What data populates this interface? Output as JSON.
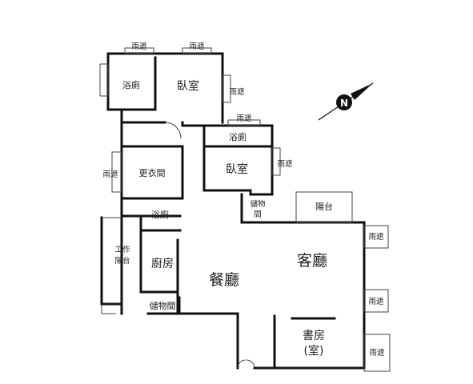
{
  "rooms": {
    "bath_master": "浴廁",
    "bedroom_master": "臥室",
    "bath_2": "浴廁",
    "closet": "更衣間",
    "bedroom_2": "臥室",
    "storage_1": "儲物",
    "storage_1b": "間",
    "balcony": "陽台",
    "bath_3": "浴廁",
    "work_balcony_1": "工作",
    "work_balcony_2": "陽台",
    "kitchen": "廚房",
    "living": "客廳",
    "dining": "餐廳",
    "storage_2": "儲物間",
    "study_1": "書房",
    "study_2": "(室)"
  },
  "windows": {
    "top_1": "雨遮",
    "top_2": "雨遮",
    "bedroom_right": "雨遮",
    "bath_top": "雨遮",
    "bedroom2_right": "雨遮",
    "closet_left": "雨遮",
    "right_1": "雨遮",
    "right_2": "雨遮",
    "right_3": "雨遮"
  },
  "compass": {
    "letter": "N"
  }
}
